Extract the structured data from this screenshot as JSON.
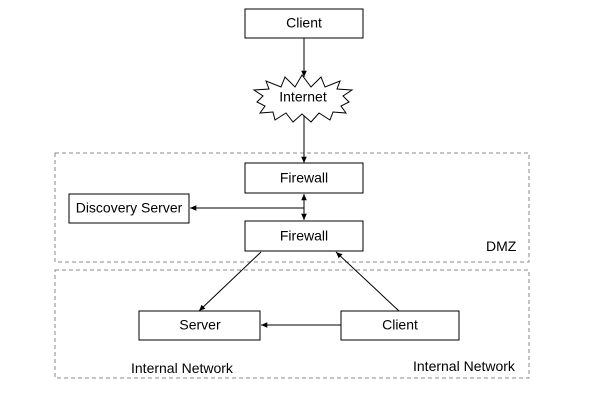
{
  "nodes": {
    "client_top": "Client",
    "internet": "Internet",
    "firewall_outer": "Firewall",
    "firewall_inner": "Firewall",
    "discovery_server": "Discovery Server",
    "server": "Server",
    "client_internal": "Client"
  },
  "zones": {
    "dmz": "DMZ",
    "internal_left": "Internal Network",
    "internal_right": "Internal Network"
  },
  "colors": {
    "box_stroke": "#000000",
    "zone_stroke": "#8a8a8a",
    "background": "#ffffff"
  }
}
